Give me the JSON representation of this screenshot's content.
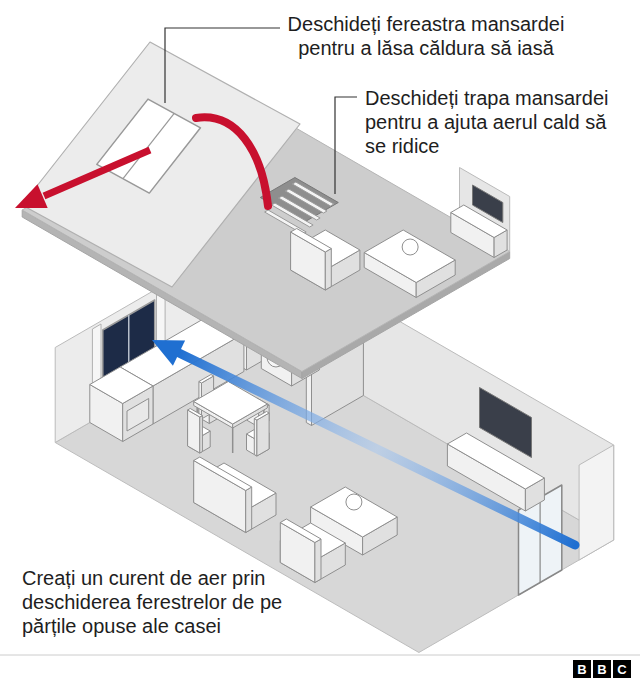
{
  "diagram": {
    "nodes": [
      {
        "text": [
          "B"
        ]
      },
      {
        "text": [
          "B"
        ]
      },
      {
        "text": [
          "C"
        ]
      }
    ],
    "labels": [
      "Deschideți fereastra mansardei pentru a lăsa căldura să iasă",
      "Deschideți trapa mansardei pentru a ajuta aerul cald să se ridice",
      "Creați un curent de aer prin deschiderea ferestrelor de pe părțile opuse ale casei"
    ]
  }
}
